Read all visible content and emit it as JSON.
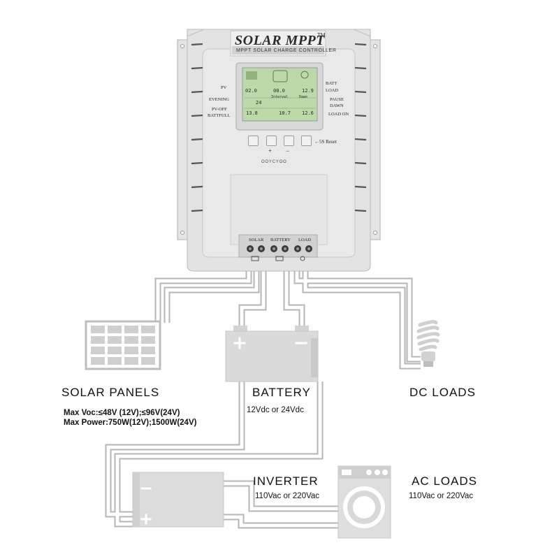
{
  "controller": {
    "title": "SOLAR MPPT",
    "trademark": "TM",
    "subtitle": "MPPT SOLAR CHARGE CONTROLLER",
    "brand": "OOYCYOO",
    "reset_hint": "←5S Reset",
    "left_labels": [
      "PV",
      "EVENING",
      "PV-OFF",
      "BATTFULL"
    ],
    "right_labels": [
      "BATT",
      "LOAD",
      "PAUSE",
      "DAWN",
      "LOAD ON"
    ],
    "buttons": [
      "menu-button",
      "plus-button",
      "minus-button",
      "light-button"
    ],
    "button_symbols": [
      "+",
      "−"
    ],
    "terminal_labels": [
      "SOLAR",
      "BATTERY",
      "LOAD"
    ],
    "lcd_values": [
      "02.0",
      "00.0",
      "12.9",
      "24",
      "13.8",
      "10.7",
      "12.6"
    ],
    "lcd_words": [
      "Interval",
      "Dawn"
    ]
  },
  "labels": {
    "solar_panels": "SOLAR  PANELS",
    "solar_voc": "Max Voc:≤48V (12V);≤96V(24V)",
    "solar_power": "Max Power:750W(12V);1500W(24V)",
    "battery": "BATTERY",
    "battery_spec": "12Vdc  or  24Vdc",
    "dc_loads": "DC  LOADS",
    "inverter": "INVERTER",
    "inverter_spec": "110Vac  or  220Vac",
    "ac_loads": "AC  LOADS",
    "ac_spec": "110Vac  or  220Vac"
  },
  "colors": {
    "wire": "#bdbdbd",
    "device": "#dcdcdc",
    "lcd": "#b9d8a6",
    "panel_cell": "#cfcfcf"
  }
}
